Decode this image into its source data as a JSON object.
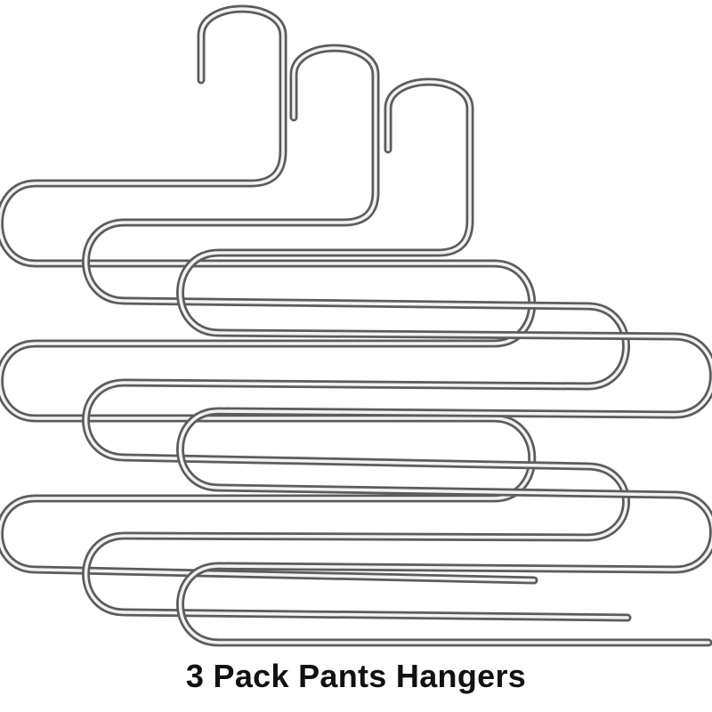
{
  "caption": "3 Pack Pants Hangers",
  "colors": {
    "background": "#ffffff",
    "wire_dark": "#5c5c5c",
    "wire_light": "#f2f2f2",
    "caption": "#111111"
  },
  "product": {
    "item": "s-shaped multi-layer pants hanger",
    "count": 3
  }
}
